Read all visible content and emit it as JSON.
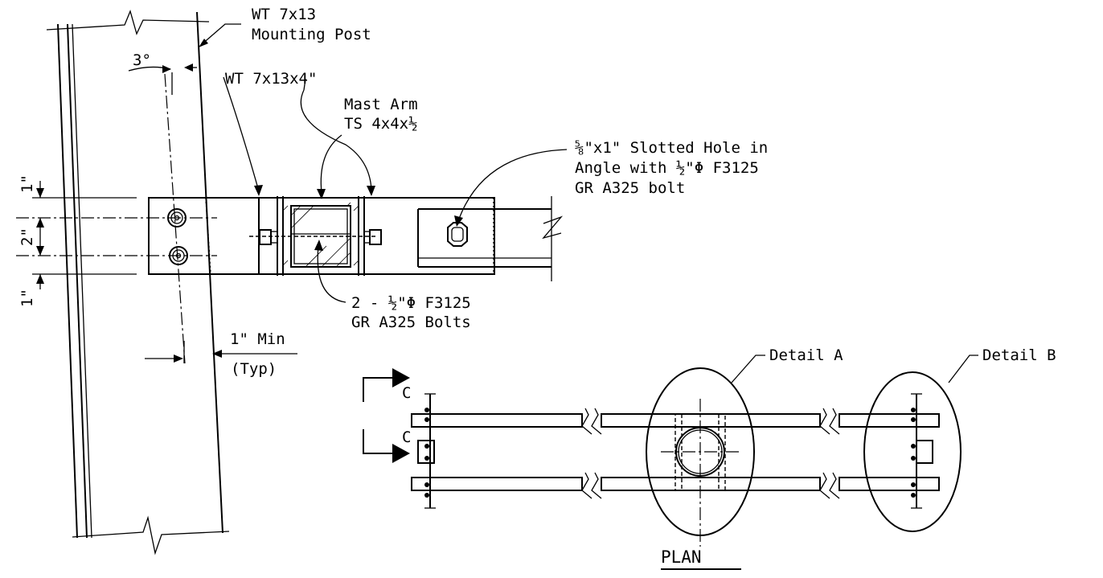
{
  "labels": {
    "mounting_post_l1": "WT 7x13",
    "mounting_post_l2": "Mounting Post",
    "angle": "3°",
    "wt_short": "WT 7x13x4\"",
    "mast_arm_l1": "Mast Arm",
    "mast_arm_l2": "TS 4x4x½",
    "slot_l1": "⅝\"x1\" Slotted Hole in",
    "slot_l2": "Angle with ½\"Φ F3125",
    "slot_l3": "GR A325 bolt",
    "bolts_l1": "2 - ½\"Φ F3125",
    "bolts_l2": "GR A325 Bolts",
    "min_l1": "1\" Min",
    "min_l2": "(Typ)",
    "dim_top": "1\"",
    "dim_mid": "2\"",
    "dim_bot": "1\"",
    "detail_a": "Detail A",
    "detail_b": "Detail B",
    "section_top": "C",
    "section_bot": "C",
    "plan": "PLAN"
  }
}
